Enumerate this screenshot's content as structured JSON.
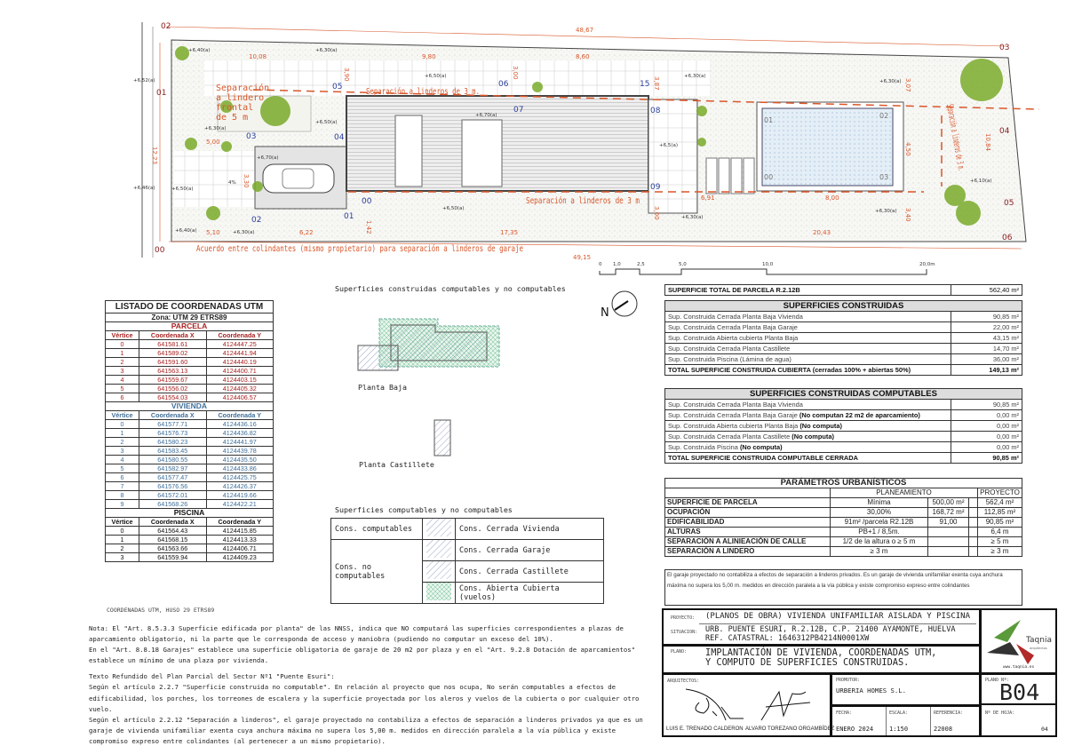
{
  "site_plan": {
    "dims": [
      "48,67",
      "10,08",
      "9,80",
      "8,60",
      "12,23",
      "5,00",
      "5,10",
      "6,22",
      "17,35",
      "6,91",
      "8,00",
      "20,43",
      "49,15",
      "3,07",
      "4,50",
      "3,40",
      "10,84",
      "3,87",
      "3,00",
      "1,42",
      "3,30",
      "3,90",
      "3,00"
    ],
    "levels": [
      "+6,40(a)",
      "+6,30(a)",
      "+6,52(a)",
      "+6,50(a)",
      "+6,30(a)",
      "+6,50(a)",
      "+6,70(a)",
      "+6,70(a)",
      "+6,46(a)",
      "+6,50(a)",
      "+6,50(a)",
      "+6,40(a)",
      "+6,30(a)",
      "+6,30(a)",
      "+6,30(a)",
      "+6,5(a)",
      "+6,30(a)",
      "+6,30(a)",
      "+6,10(a)",
      "4%"
    ],
    "notes": {
      "frontal": [
        "Separación",
        "a lindero",
        "frontal",
        "de 5 m"
      ],
      "top": "Separación a linderos de 3 m.",
      "bottom": "Separación a linderos de 3 m",
      "right": "Separación a linderos de 3 m.",
      "garage": "Acuerdo entre colindantes (mismo propietario) para separación a linderos de garaje"
    },
    "parcel_vertices": [
      "00",
      "01",
      "02",
      "03",
      "04",
      "05",
      "06"
    ],
    "house_vertices": [
      "03",
      "04",
      "05",
      "06",
      "07",
      "15",
      "08",
      "09",
      "00",
      "01",
      "02"
    ],
    "pool_vertices": [
      "00",
      "01",
      "02",
      "03"
    ],
    "scale_bar": [
      "0",
      "1,0",
      "2,5",
      "5,0",
      "10,0",
      "20,0m"
    ]
  },
  "diagram": {
    "title": "Superficies construidas computables y no computables",
    "planta_baja": "Planta Baja",
    "planta_castillete": "Planta Castillete",
    "north": "N"
  },
  "legend": {
    "title": "Superficies computables y no computables",
    "computables": "Cons. computables",
    "no_computables": "Cons. no computables",
    "items": [
      "Cons. Cerrada Vivienda",
      "Cons. Cerrada Garaje",
      "Cons. Cerrada Castillete",
      "Cons. Abierta Cubierta (vuelos)"
    ]
  },
  "utm": {
    "title": "LISTADO DE COORDENADAS UTM",
    "zone": "Zona: UTM 29 ETRS89",
    "headers": [
      "Vértice",
      "Coordenada X",
      "Coordenada Y"
    ],
    "parcela": {
      "label": "PARCELA",
      "rows": [
        [
          "0",
          "641581.61",
          "4124447.25"
        ],
        [
          "1",
          "641589.02",
          "4124441.94"
        ],
        [
          "2",
          "641591.60",
          "4124440.19"
        ],
        [
          "3",
          "641563.13",
          "4124400.71"
        ],
        [
          "4",
          "641559.67",
          "4124403.15"
        ],
        [
          "5",
          "641556.02",
          "4124405.32"
        ],
        [
          "6",
          "641554.03",
          "4124406.57"
        ]
      ]
    },
    "vivienda": {
      "label": "VIVIENDA",
      "rows": [
        [
          "0",
          "641577.71",
          "4124436.16"
        ],
        [
          "1",
          "641576.73",
          "4124436.82"
        ],
        [
          "2",
          "641580.23",
          "4124441.97"
        ],
        [
          "3",
          "641583.45",
          "4124439.78"
        ],
        [
          "4",
          "641580.55",
          "4124435.50"
        ],
        [
          "5",
          "641582.97",
          "4124433.86"
        ],
        [
          "6",
          "641577.47",
          "4124425.75"
        ],
        [
          "7",
          "641576.56",
          "4124426.37"
        ],
        [
          "8",
          "641572.01",
          "4124419.66"
        ],
        [
          "9",
          "641568.26",
          "4124422.21"
        ]
      ]
    },
    "piscina": {
      "label": "PISCINA",
      "rows": [
        [
          "0",
          "641564.43",
          "4124415.85"
        ],
        [
          "1",
          "641568.15",
          "4124413.33"
        ],
        [
          "2",
          "641563.66",
          "4124406.71"
        ],
        [
          "3",
          "641559.94",
          "4124409.23"
        ]
      ]
    },
    "footer": "COORDENADAS UTM,  HUSO 29 ETRS89"
  },
  "surfaces": {
    "parcel": {
      "label": "SUPERFICIE TOTAL DE PARCELA R.2.12B",
      "value": "562,40 m²"
    },
    "construidas": {
      "title": "SUPERFICIES CONSTRUIDAS",
      "rows": [
        [
          "Sup. Construida Cerrada Planta Baja Vivienda",
          "90,85 m²"
        ],
        [
          "Sup. Construida Cerrada Planta Baja Garaje",
          "22,00 m²"
        ],
        [
          "Sup. Construida Abierta cubierta Planta Baja",
          "43,15 m²"
        ],
        [
          "Sup. Construida Cerrada Planta Castillete",
          "14,70 m²"
        ],
        [
          "Sup. Construida Piscina (Lámina de agua)",
          "36,00 m²"
        ]
      ],
      "total": [
        "TOTAL SUPERFICIE CONSTRUIDA CUBIERTA  (cerradas 100% + abiertas 50%)",
        "149,13 m²"
      ]
    },
    "computables": {
      "title": "SUPERFICIES CONSTRUIDAS COMPUTABLES",
      "rows": [
        [
          "Sup. Construida Cerrada Planta Baja Vivienda",
          "",
          "90,85 m²"
        ],
        [
          "Sup. Construida Cerrada Planta Baja Garaje",
          "(No computan 22 m2 de aparcamiento)",
          "0,00 m²"
        ],
        [
          "Sup. Construida Abierta cubierta Planta Baja",
          "(No computa)",
          "0,00 m²"
        ],
        [
          "Sup. Construida Cerrada Planta Castillete",
          "(No computa)",
          "0,00 m²"
        ],
        [
          "Sup. Construida Piscina",
          "(No computa)",
          "0,00 m²"
        ]
      ],
      "total": [
        "TOTAL SUPERFICIE CONSTRUIDA COMPUTABLE CERRADA",
        "90,85 m²"
      ]
    }
  },
  "parametros": {
    "title": "PARÁMETROS URBANÍSTICOS",
    "planeamiento": "PLANEAMIENTO",
    "proyecto": "PROYECTO",
    "rows": [
      [
        "SUPERFICIE DE PARCELA",
        "Mínima",
        "500,00 m²",
        "562,4 m²"
      ],
      [
        "OCUPACIÓN",
        "30,00%",
        "168,72 m²",
        "112,85 m²"
      ],
      [
        "EDIFICABILIDAD",
        "91m² /parcela R2.12B",
        "91,00",
        "90,85 m²"
      ],
      [
        "ALTURAS",
        "PB+1 / 8,5m.",
        "",
        "6,4 m"
      ],
      [
        "SEPARACIÓN A ALINIEACIÓN DE CALLE",
        "1/2 de la altura o  ≥ 5 m",
        "",
        "≥ 5 m"
      ],
      [
        "SEPARACIÓN A LINDERO",
        "≥ 3 m",
        "",
        "≥ 3 m"
      ]
    ],
    "note": "El garaje proyectado no contabiliza a efectos de separación a linderos privados. Es un garaje de vivienda unifamiliar exenta cuya anchura máxima no supera los 5,00 m. medidos en dirección paralela a la vía pública y existe compromiso expreso entre colindantes"
  },
  "notes": [
    "Nota: El \"Art. 8.5.3.3 Superficie edificada por planta\" de las NNSS, indica que NO computará las superficies correspondientes a plazas de aparcamiento obligatorio, ni la parte que le corresponda de acceso y maniobra (pudiendo no computar un exceso del 10%).",
    "En el \"Art. 8.8.18 Garajes\" establece una superficie obligatoria de garaje de 20 m2 por plaza y en el \"Art. 9.2.8 Dotación de aparcamientos\" establece un mínimo de una plaza por vivienda.",
    "Texto Refundido del Plan Parcial del Sector Nº1 \"Puente Esuri\":",
    "Según el artículo 2.2.7 \"Superficie construida no computable\". En relación al proyecto que nos ocupa, No serán computables a efectos de edificabilidad, los porches, los torreones de escalera y la superficie proyectada por los aleros y vuelos de la cubierta o por cualquier otro vuelo.",
    "Según el artículo 2.2.12 \"Separación a linderos\", el garaje proyectado no contabiliza a efectos de separación a linderos privados ya que es un garaje de vivienda unifamiliar exenta cuya anchura máxima no supera los 5,00 m. medidos en dirección paralela a la vía pública y existe compromiso expreso entre colindantes (al pertenecer a un mismo propietario)."
  ],
  "title_block": {
    "proyecto_label": "PROYECTO:",
    "proyecto": "(PLANOS DE OBRA) VIVIENDA UNIFAMILIAR AISLADA Y PISCINA",
    "situacion_label": "SITUACION:",
    "situacion": "URB. PUENTE ESURI, R.2.12B, C.P. 21400 AYAMONTE, HUELVA",
    "ref": "REF. CATASTRAL: 1646312PB4214N0001XW",
    "plano_label": "PLANO:",
    "plano": [
      "IMPLANTACIÓN DE VIVIENDA, COORDENADAS UTM,",
      "Y COMPUTO DE SUPERFICIES CONSTRUIDAS."
    ],
    "arquitectos_label": "ARQUITECTOS:",
    "arq1": "LUIS E. TRENADO CALDERON",
    "arq2": "ALVARO TOREZANO ORGAMBÍDEZ",
    "promotor_label": "PROMOTOR:",
    "promotor": "URBERIA HOMES S.L.",
    "fecha_label": "FECHA:",
    "fecha": "ENERO 2024",
    "escala_label": "ESCALA:",
    "escala": "1:150",
    "referencia_label": "REFERENCIA:",
    "referencia": "22008",
    "plano_no_label": "PLANO Nº:",
    "plano_no": "B04",
    "hoja_label": "Nº DE HOJA:",
    "hoja": "04",
    "logo_name": "Taqnia",
    "logo_sub": "arquitectos",
    "logo_url": "www.taqnia.es",
    "colors": {
      "green": "#5a9a3a",
      "red": "#b22a2a",
      "dark": "#333"
    }
  }
}
